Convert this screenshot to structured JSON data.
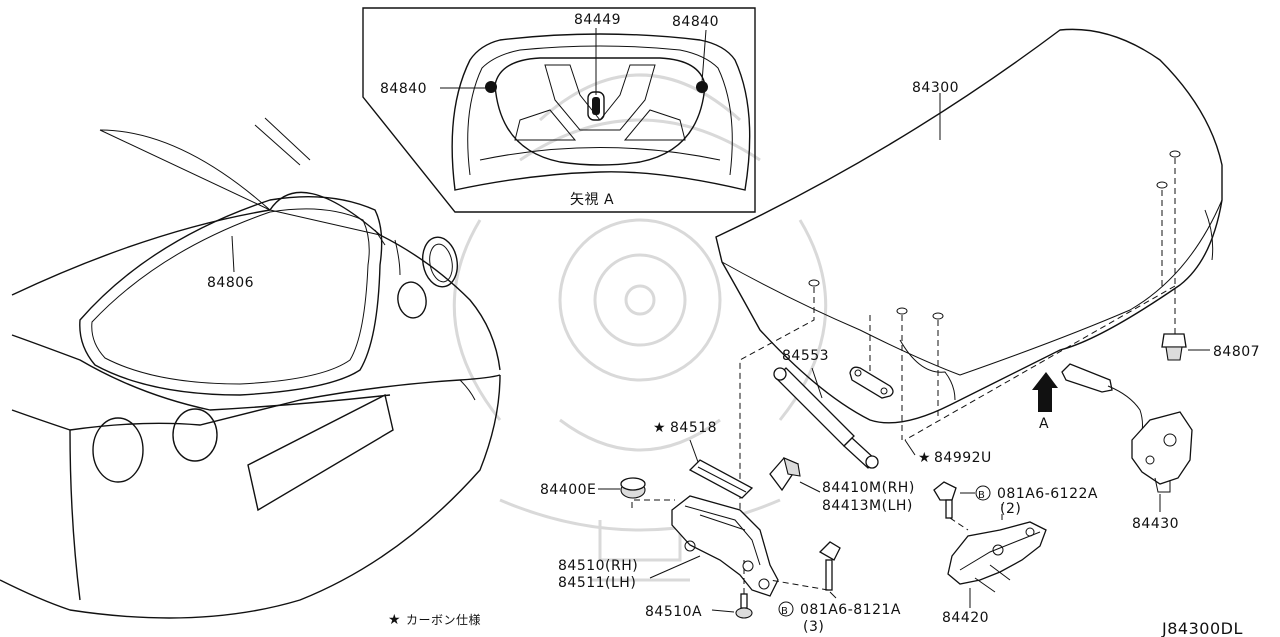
{
  "diagram": {
    "inset": {
      "view_label": "矢視 A",
      "labels": [
        "84449",
        "84840",
        "84840"
      ]
    },
    "callouts": {
      "p84300": "84300",
      "p84806": "84806",
      "p84807": "84807",
      "p84553": "84553",
      "p84518": "84518",
      "p84992U": "84992U",
      "p84400E": "84400E",
      "p84410M": "84410M(RH)",
      "p84413M": "84413M(LH)",
      "p84510": "84510(RH)",
      "p84511": "84511(LH)",
      "p84510A": "84510A",
      "bolt1_code": "081A6-6122A",
      "bolt1_qty": "(2)",
      "bolt2_code": "081A6-8121A",
      "bolt2_qty": "(3)",
      "p84420": "84420",
      "p84430": "84430"
    },
    "bolt_marker": "B",
    "arrow_label": "A",
    "legend": "カーボン仕様",
    "diagram_code": "J84300DL",
    "icons": [
      "star-icon",
      "circled-b-icon",
      "view-arrow-icon"
    ]
  }
}
